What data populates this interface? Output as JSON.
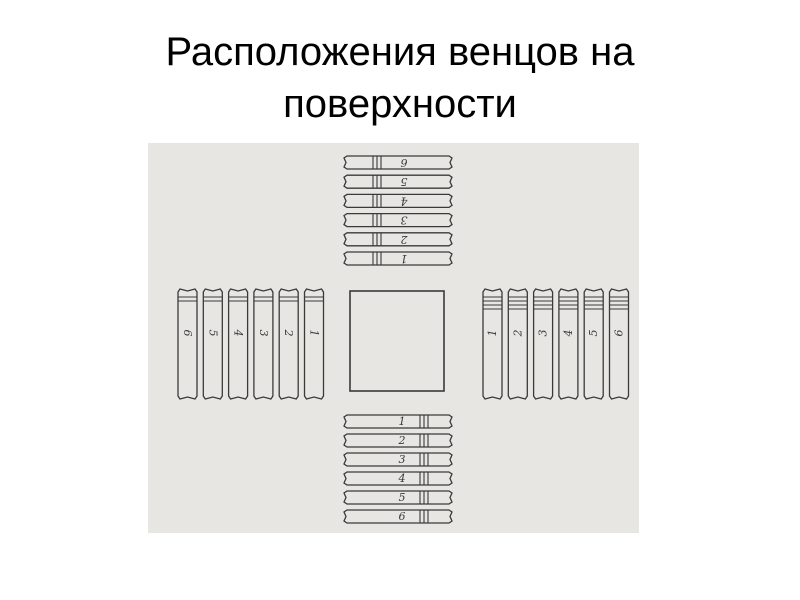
{
  "title": {
    "line1": "Расположения венцов на",
    "line2": "поверхности"
  },
  "figure": {
    "background": "#e7e6e3",
    "ink": "#3a3a3a",
    "groups": [
      {
        "id": "top",
        "labels": [
          "6",
          "5",
          "4",
          "3",
          "2",
          "1"
        ]
      },
      {
        "id": "left",
        "labels": [
          "6",
          "5",
          "4",
          "3",
          "2",
          "1"
        ]
      },
      {
        "id": "right",
        "labels": [
          "1",
          "2",
          "3",
          "4",
          "5",
          "6"
        ]
      },
      {
        "id": "bottom",
        "labels": [
          "1",
          "2",
          "3",
          "4",
          "5",
          "6"
        ]
      }
    ]
  }
}
